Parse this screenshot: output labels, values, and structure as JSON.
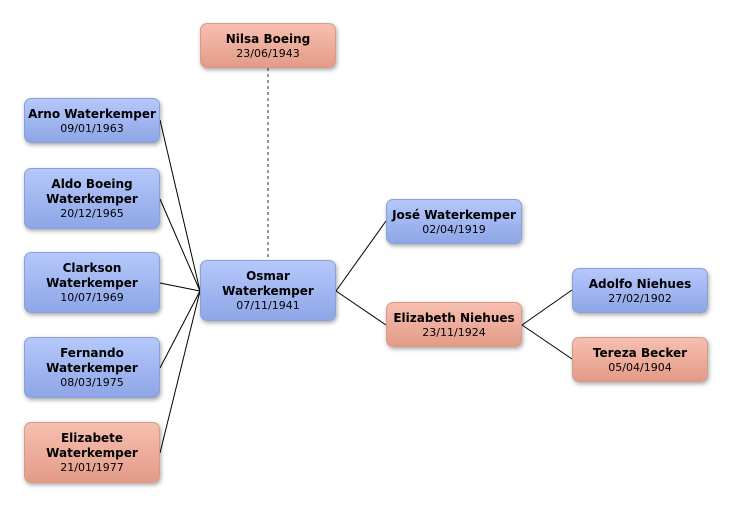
{
  "colors": {
    "male": "#9fb5f2",
    "female": "#eeac9b",
    "line": "#000000"
  },
  "people": {
    "nilsa": {
      "name": "Nilsa Boeing",
      "date": "23/06/1943",
      "gender": "female"
    },
    "arno": {
      "name": "Arno Waterkemper",
      "date": "09/01/1963",
      "gender": "male"
    },
    "aldo": {
      "name": "Aldo Boeing Waterkemper",
      "date": "20/12/1965",
      "gender": "male"
    },
    "clarkson": {
      "name": "Clarkson Waterkemper",
      "date": "10/07/1969",
      "gender": "male"
    },
    "fernando": {
      "name": "Fernando Waterkemper",
      "date": "08/03/1975",
      "gender": "male"
    },
    "elizabete": {
      "name": "Elizabete Waterkemper",
      "date": "21/01/1977",
      "gender": "female"
    },
    "osmar": {
      "name": "Osmar Waterkemper",
      "date": "07/11/1941",
      "gender": "male"
    },
    "jose": {
      "name": "José Waterkemper",
      "date": "02/04/1919",
      "gender": "male"
    },
    "elizabeth": {
      "name": "Elizabeth Niehues",
      "date": "23/11/1924",
      "gender": "female"
    },
    "adolfo": {
      "name": "Adolfo Niehues",
      "date": "27/02/1902",
      "gender": "male"
    },
    "tereza": {
      "name": "Tereza Becker",
      "date": "05/04/1904",
      "gender": "female"
    }
  },
  "relations": {
    "spouse": [
      [
        "osmar",
        "nilsa"
      ]
    ],
    "children_of_osmar": [
      "arno",
      "aldo",
      "clarkson",
      "fernando",
      "elizabete"
    ],
    "parents_of_osmar": [
      "jose",
      "elizabeth"
    ],
    "parents_of_elizabeth": [
      "adolfo",
      "tereza"
    ]
  }
}
